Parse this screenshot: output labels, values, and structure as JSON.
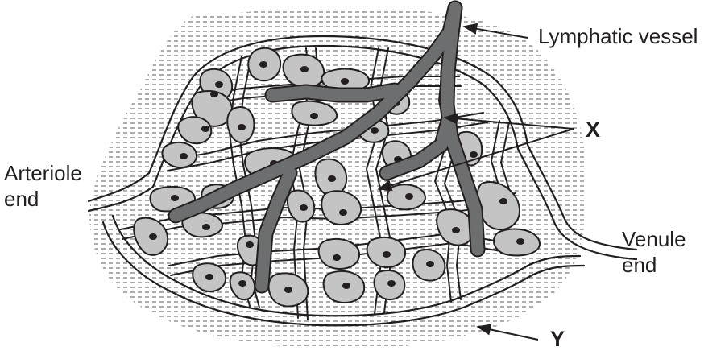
{
  "labels": {
    "lymphatic_vessel": "Lymphatic vessel",
    "x": "X",
    "arteriole_line1": "Arteriole",
    "arteriole_line2": "end",
    "venule_line1": "Venule",
    "venule_line2": "end",
    "y": "Y"
  },
  "colors": {
    "line": "#231f20",
    "cell_fill": "#c4c4c4",
    "lymphatic_fill": "#6d6e70",
    "tissue_fluid_dash": "#5a5a5a"
  }
}
